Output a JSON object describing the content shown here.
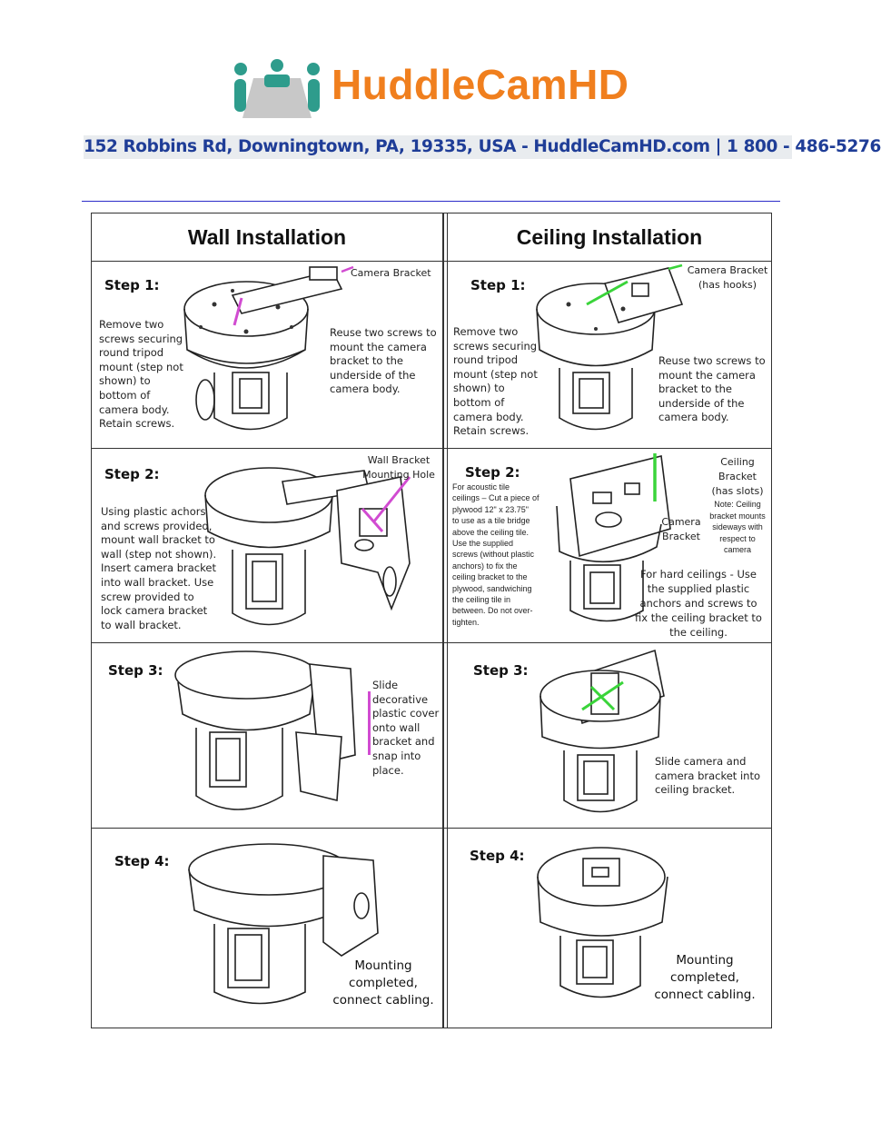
{
  "header": {
    "brand": "HuddleCamHD",
    "address": "152 Robbins Rd, Downingtown, PA, 19335, USA - HuddleCamHD.com | 1 800 - 486-5276",
    "colors": {
      "brand_orange": "#f07f1e",
      "logo_teal": "#2e9c8c",
      "address_blue": "#1f3d97"
    }
  },
  "wall": {
    "heading": "Wall Installation",
    "step1": {
      "label": "Step 1:",
      "callout": "Camera Bracket",
      "left_text": "Remove two\nscrews securing\nround tripod\nmount (step not\nshown) to\nbottom of\ncamera body.\nRetain screws.",
      "right_text": "Reuse two screws to\nmount the camera\nbracket to the\nunderside of the\ncamera body."
    },
    "step2": {
      "label": "Step 2:",
      "callout": "Wall Bracket\nMounting Hole",
      "text": "Using plastic achors\nand screws provided,\nmount wall bracket to\nwall (step not shown).\nInsert camera bracket\ninto wall bracket. Use\nscrew provided to\nlock camera bracket\nto wall bracket."
    },
    "step3": {
      "label": "Step 3:",
      "text": "Slide\ndecorative\nplastic cover\nonto wall\nbracket and\nsnap into\nplace."
    },
    "step4": {
      "label": "Step 4:",
      "text": "Mounting\ncompleted,\nconnect cabling."
    }
  },
  "ceiling": {
    "heading": "Ceiling Installation",
    "step1": {
      "label": "Step 1:",
      "callout": "Camera Bracket\n(has hooks)",
      "left_text": "Remove two\nscrews securing\nround tripod\nmount (step not\nshown) to\nbottom of\ncamera body.\nRetain screws.",
      "right_text": "Reuse two screws to\nmount the camera\nbracket to the\nunderside of the\ncamera body."
    },
    "step2": {
      "label": "Step 2:",
      "acoustic_text": "For acoustic tile\nceilings – Cut a piece of\nplywood 12\" x 23.75\"\nto use as a tile bridge\nabove the ceiling tile.\nUse the supplied\nscrews (without plastic\nanchors) to fix the\nceiling bracket to the\nplywood, sandwiching\nthe ceiling tile in\nbetween.  Do not over-\ntighten.",
      "callout_bracket": "Ceiling\nBracket\n(has slots)",
      "callout_note": "Note: Ceiling\nbracket mounts\nsideways with\nrespect to\ncamera",
      "callout_camera": "Camera\nBracket",
      "hard_text": "For hard ceilings - Use\nthe supplied plastic\nanchors and screws to\nfix the ceiling bracket to\nthe ceiling."
    },
    "step3": {
      "label": "Step 3:",
      "text": "Slide camera and\ncamera bracket into\nceiling bracket."
    },
    "step4": {
      "label": "Step 4:",
      "text": "Mounting\ncompleted,\nconnect cabling."
    }
  }
}
